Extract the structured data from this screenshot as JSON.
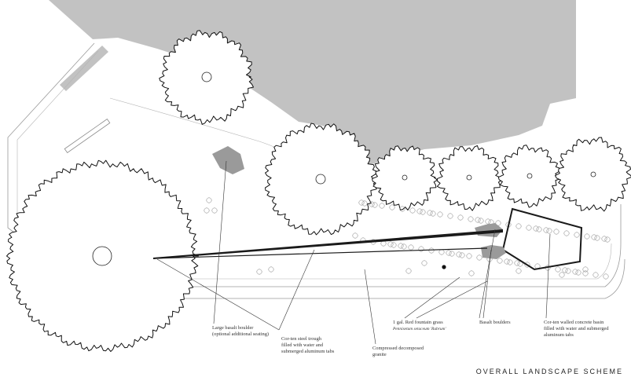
{
  "title": "OVERALL LANDSCAPE SCHEME",
  "labels": {
    "boulder": {
      "line1": "Large basalt boulder",
      "line2": "(optional additional seating)"
    },
    "trough": {
      "line1": "Cor-ten steel trough",
      "line2": "filled with water and",
      "line3": "submerged aluminum tabs"
    },
    "granite": {
      "line1": "Compressed decomposed",
      "line2": "granite"
    },
    "grass": {
      "line1": "1 gal. Red fountain grass",
      "line2": "Pennisetum setaceum 'Rubrum'"
    },
    "basalt": {
      "line1": "Basalt boulders"
    },
    "basin": {
      "line1": "Cor-ten walled concrete basin",
      "line2": "filled with water and submerged",
      "line3": "aluminum tabs"
    }
  },
  "colors": {
    "building": "#c2c2c2",
    "boulder": "#9a9a9a",
    "line": "#1a1a1a"
  }
}
